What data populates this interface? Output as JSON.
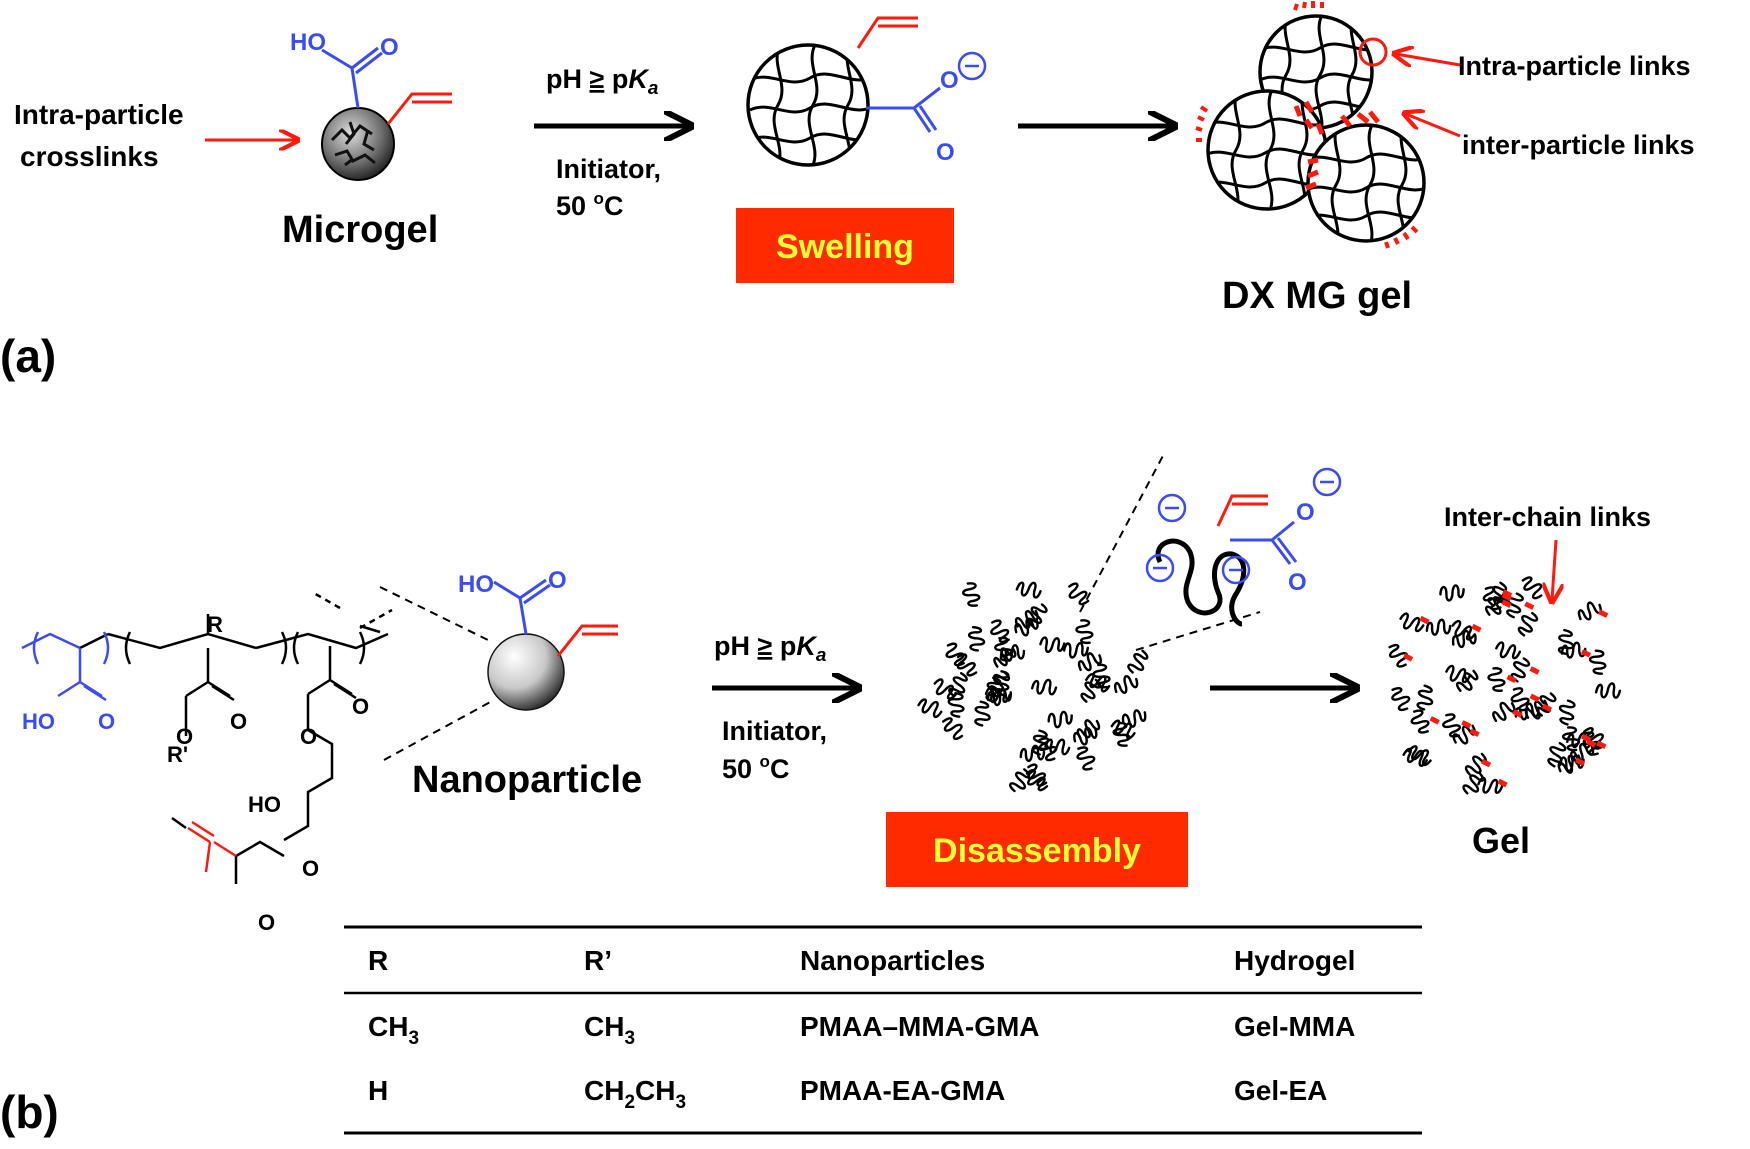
{
  "panel_a": {
    "label": "(a)",
    "annot_left_line1": "Intra-particle",
    "annot_left_line2": "crosslinks",
    "microgel_label": "Microgel",
    "cooh_label": "HO",
    "cooh_o": "O",
    "arrow1_line1_pre": "pH ",
    "arrow1_line1_ge": "≥",
    "arrow1_line1_p": " p",
    "arrow1_line1_k": "K",
    "arrow1_line1_a": "a",
    "arrow1_line2": "Initiator,",
    "arrow1_line3_pre": "50 ",
    "arrow1_line3_o": "o",
    "arrow1_line3_c": "C",
    "carboxylate_o": "O",
    "carboxylate_o2": "O",
    "swelling_label": "Swelling",
    "intra_links_label": "Intra-particle links",
    "inter_links_label": "inter-particle links",
    "product_label": "DX MG gel"
  },
  "panel_b": {
    "label": "(b)",
    "polymer_r": "R",
    "polymer_rp": "R'",
    "polymer_ho1": "HO",
    "polymer_o1": "O",
    "polymer_o2": "O",
    "polymer_o3": "O",
    "polymer_o4": "O",
    "polymer_o5": "O",
    "polymer_o6": "O",
    "polymer_o7": "O",
    "polymer_ho2": "HO",
    "nano_ho": "HO",
    "nano_o": "O",
    "nanoparticle_label": "Nanoparticle",
    "arrow1_line1_pre": "pH ",
    "arrow1_line1_ge": "≥",
    "arrow1_line1_p": " p",
    "arrow1_line1_k": "K",
    "arrow1_line1_a": "a",
    "arrow1_line2": "Initiator,",
    "arrow1_line3_pre": "50 ",
    "arrow1_line3_o": "o",
    "arrow1_line3_c": "C",
    "chain_o1": "O",
    "chain_o2": "O",
    "disassembly_label": "Disassembly",
    "inter_chain_label": "Inter-chain links",
    "gel_label": "Gel"
  },
  "table": {
    "headers": [
      "R",
      "R’",
      "Nanoparticles",
      "Hydrogel"
    ],
    "rows": [
      {
        "r_base": "CH",
        "r_sub": "3",
        "rp_base": "CH",
        "rp_sub": "3",
        "rp_tail": "",
        "rp_sub2": "",
        "nano": "PMAA–MMA-GMA",
        "gel": "Gel-MMA"
      },
      {
        "r_base": "H",
        "r_sub": "",
        "rp_base": "CH",
        "rp_sub": "2",
        "rp_tail": "CH",
        "rp_sub2": "3",
        "nano": "PMAA-EA-GMA",
        "gel": "Gel-EA"
      }
    ]
  },
  "colors": {
    "red": "#ff1a0d",
    "blue": "#3b4cf5",
    "black": "#000000",
    "highlight_bg": "#ff2a00",
    "highlight_text": "#ffff33"
  },
  "icons": {
    "charge": "minus-circle-icon"
  }
}
